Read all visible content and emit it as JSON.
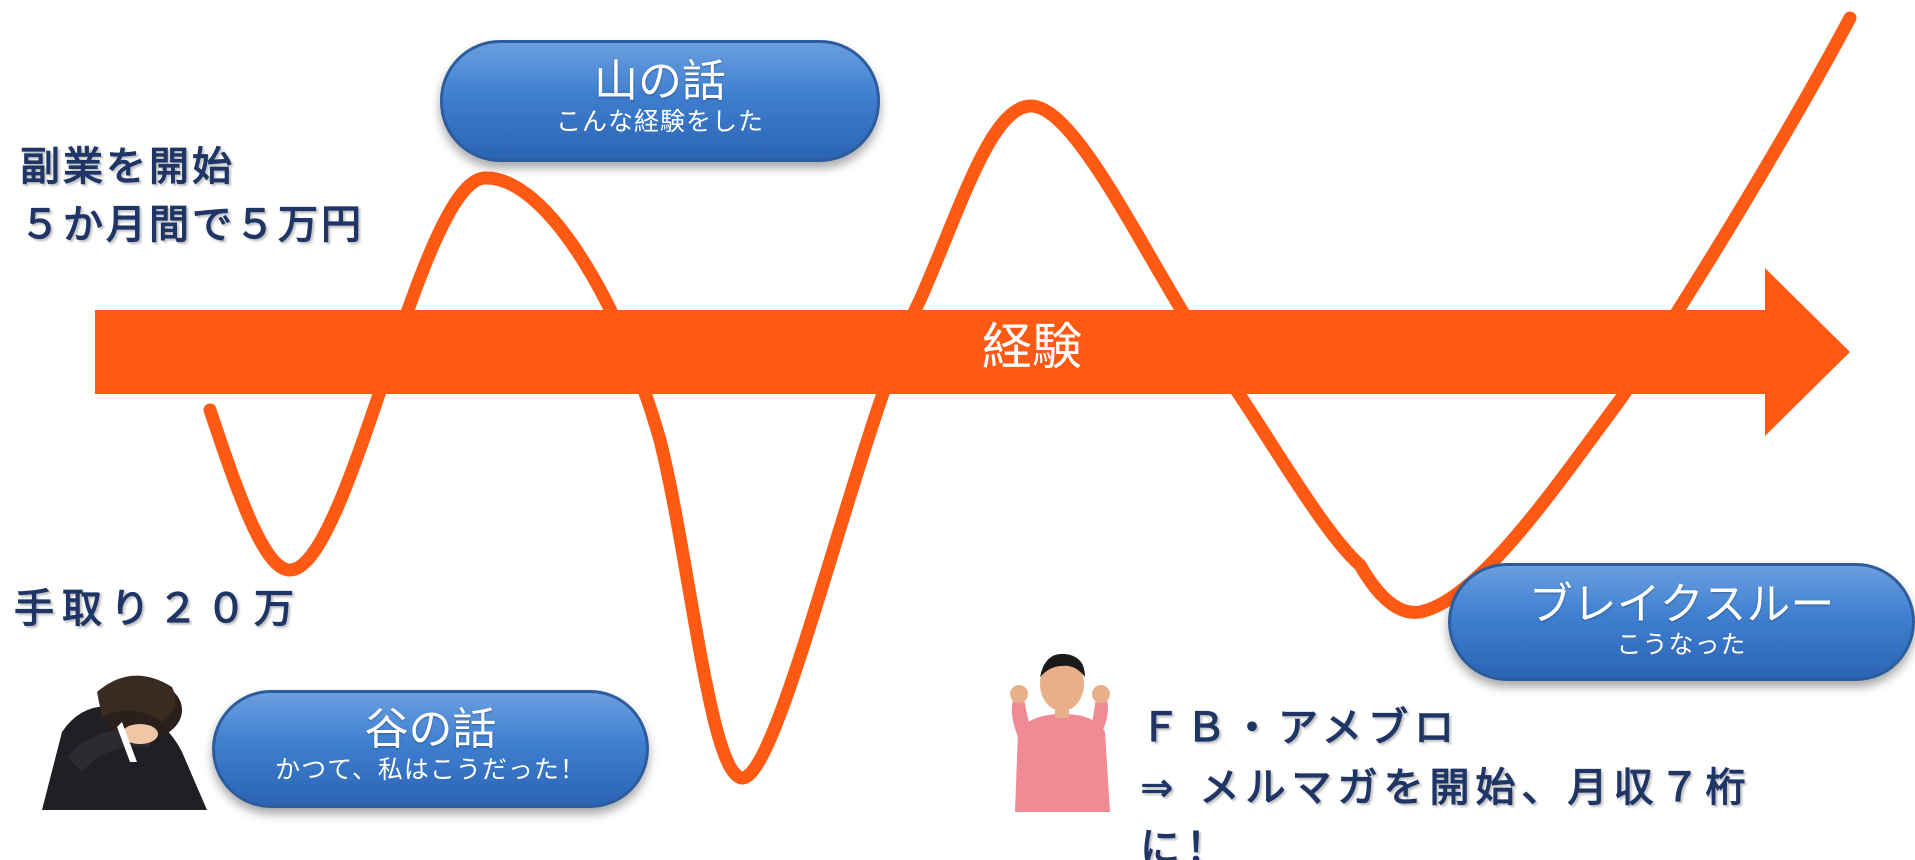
{
  "arrow": {
    "label": "経験",
    "color": "#ff5a14"
  },
  "wave": {
    "color": "#ff5a14"
  },
  "mountain_box": {
    "title": "山の話",
    "subtitle": "こんな経験をした"
  },
  "valley_box": {
    "title": "谷の話",
    "subtitle": "かつて、私はこうだった！"
  },
  "breakthrough_box": {
    "title": "ブレイクスルー",
    "subtitle": "こうなった"
  },
  "notes": {
    "side_job_line1": "副業を開始",
    "side_job_line2": "５か月間で５万円",
    "salary": "手取り２０万",
    "result_line1": "ＦＢ・アメブロ",
    "result_line2": "⇒ メルマガを開始、月収７桁",
    "result_line3": "に！"
  },
  "colors": {
    "pill_blue": "#3f7fd0",
    "text_navy": "#1e3566"
  }
}
